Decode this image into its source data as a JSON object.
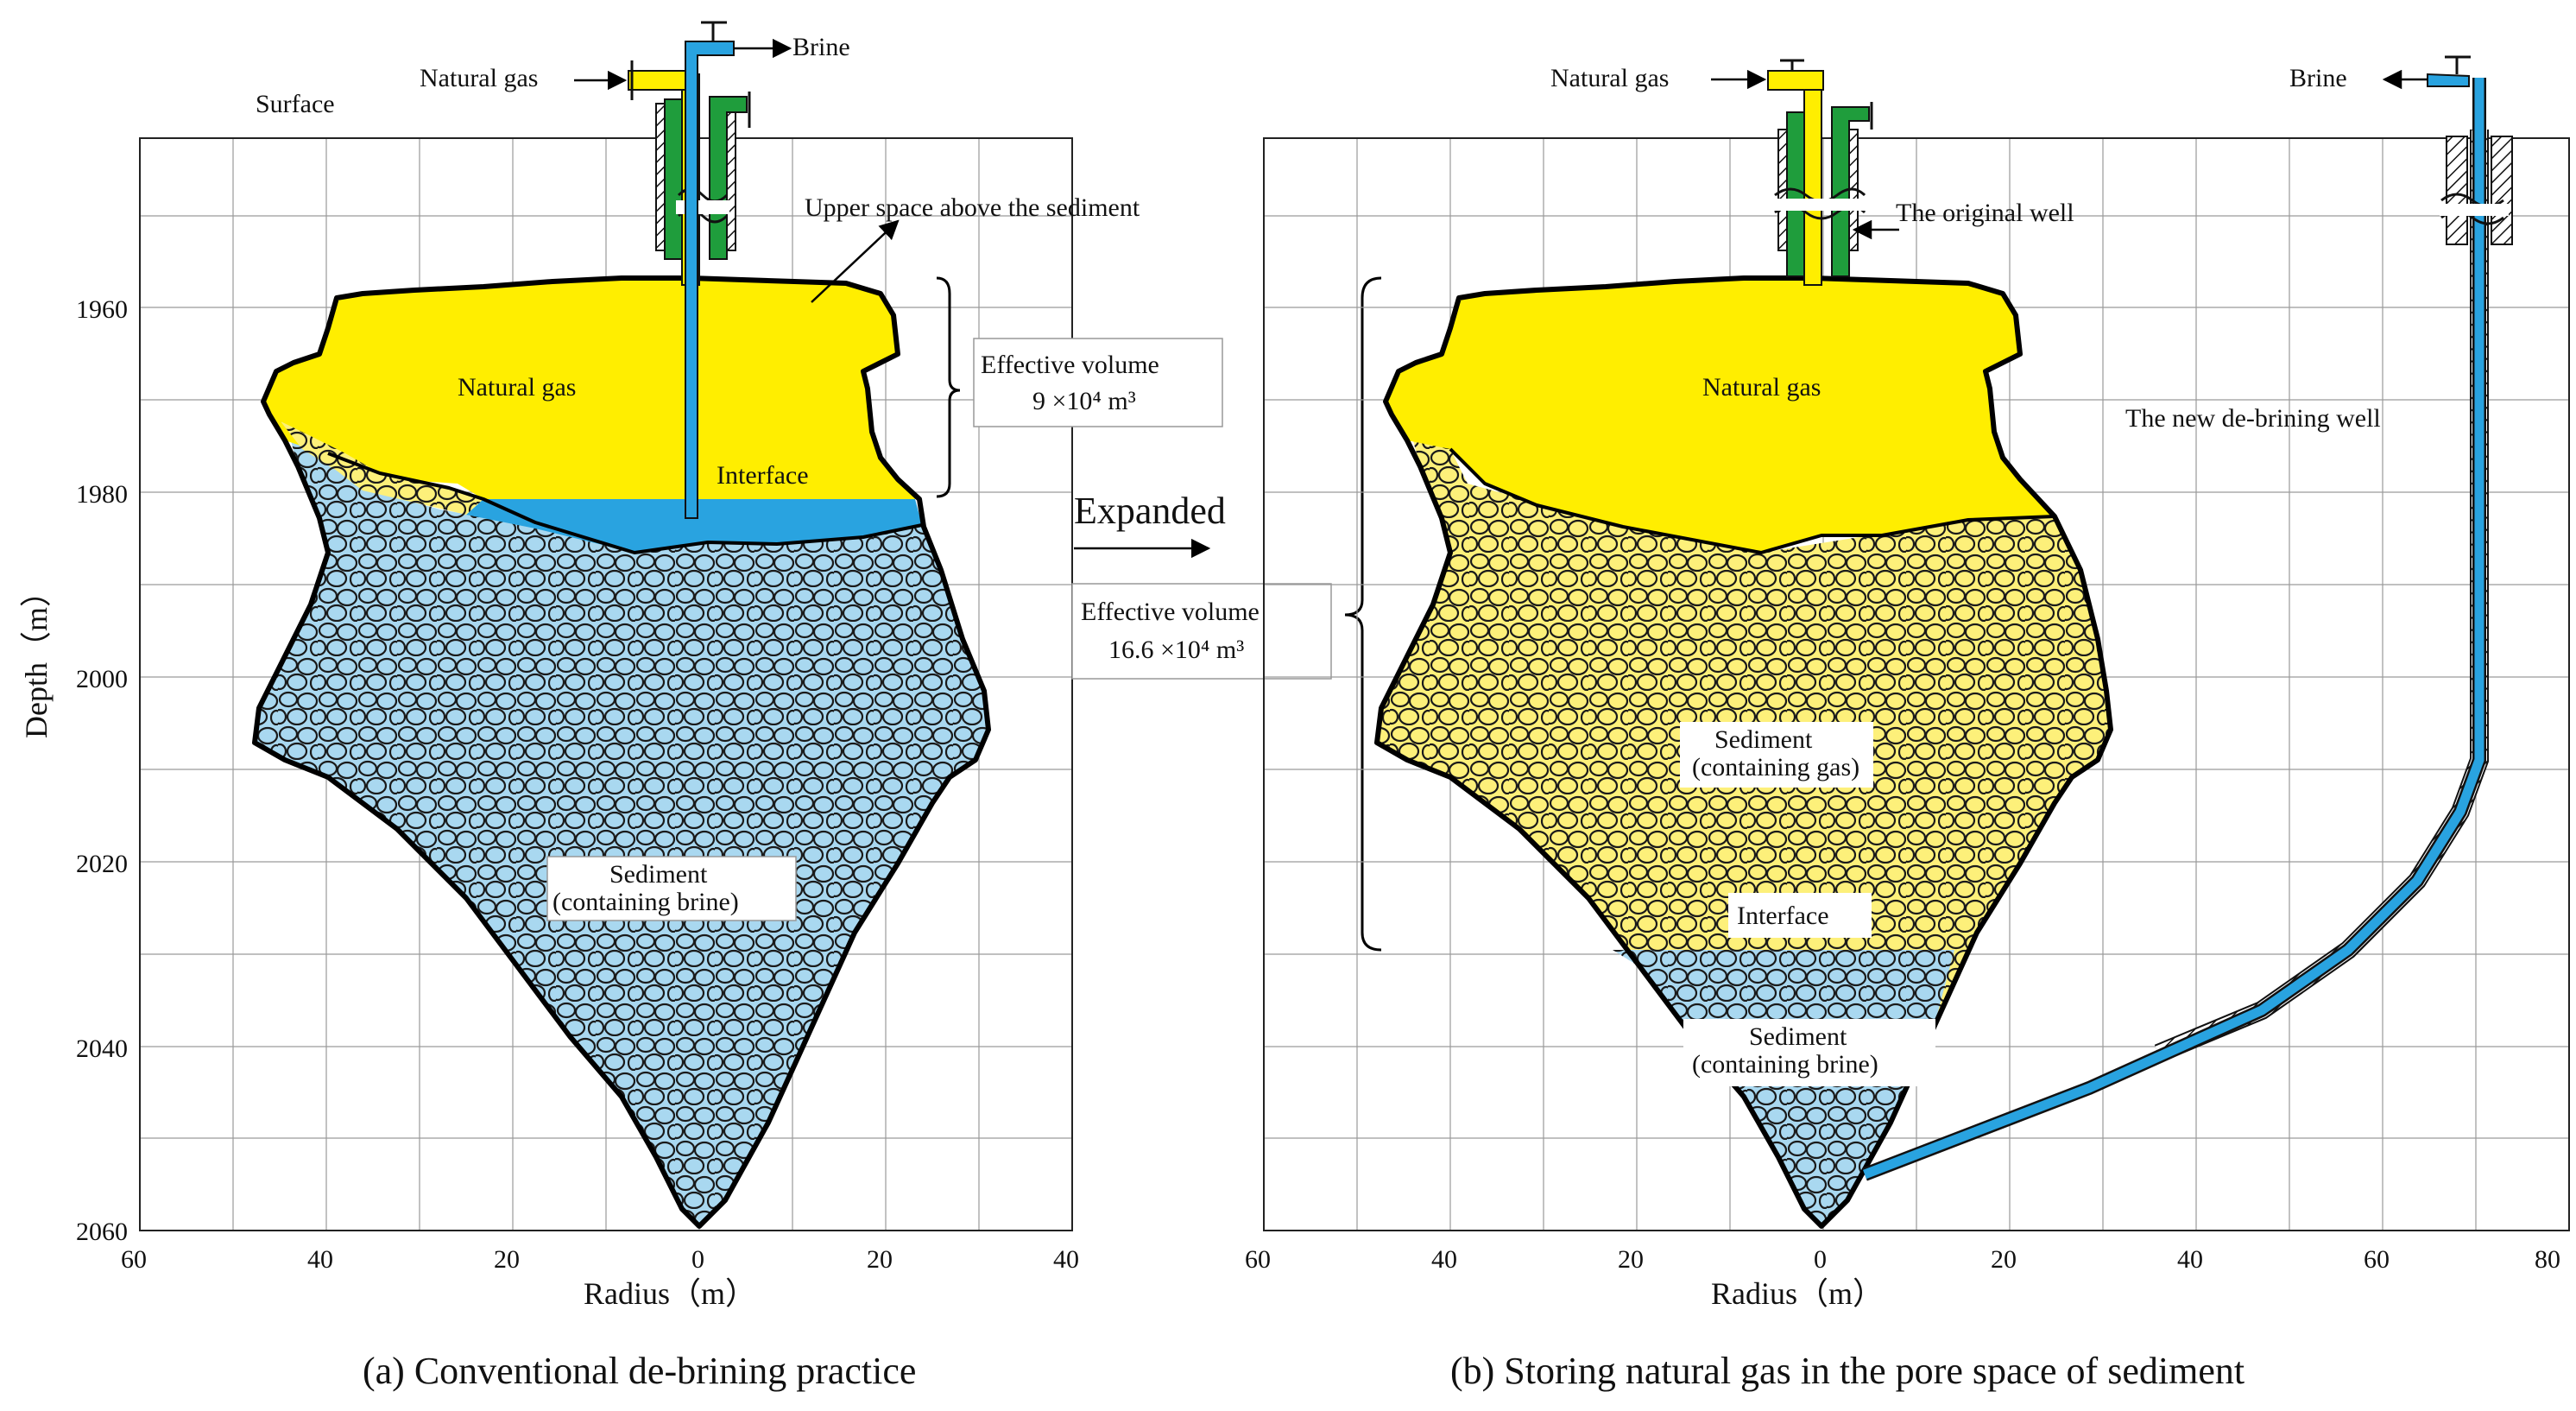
{
  "panel_a": {
    "caption": "(a) Conventional de-brining practice",
    "surface": "Surface",
    "natural_gas_inlet": "Natural gas",
    "brine_outlet": "Brine",
    "upper_space": "Upper space above the sediment",
    "gas_zone": "Natural gas",
    "interface": "Interface",
    "effective_volume_line1": "Effective volume",
    "effective_volume_line2": "9 ×10⁴ m³",
    "sediment_line1": "Sediment",
    "sediment_line2": "(containing brine)",
    "ylabel": "Depth（m）",
    "xlabel": "Radius（m）",
    "y_ticks": [
      "1960",
      "1980",
      "2000",
      "2020",
      "2040",
      "2060"
    ],
    "x_ticks": [
      "60",
      "40",
      "20",
      "0",
      "20",
      "40"
    ]
  },
  "middle": {
    "expanded": "Expanded",
    "effective_volume_line1": "Effective volume",
    "effective_volume_line2": "16.6 ×10⁴ m³"
  },
  "panel_b": {
    "caption": "(b) Storing natural gas in the pore space of sediment",
    "natural_gas_inlet": "Natural gas",
    "brine_outlet": "Brine",
    "original_well": "The original well",
    "new_well": "The new de-brining well",
    "gas_zone": "Natural gas",
    "sediment_gas_line1": "Sediment",
    "sediment_gas_line2": "(containing gas)",
    "interface": "Interface",
    "sediment_brine_line1": "Sediment",
    "sediment_brine_line2": "(containing brine)",
    "xlabel": "Radius（m）",
    "x_ticks": [
      "60",
      "40",
      "20",
      "0",
      "20",
      "40",
      "60",
      "80"
    ]
  },
  "colors": {
    "gas": "#ffee00",
    "brine": "#29a3e0",
    "sediment_brine": "#a9d8f0",
    "sediment_gas": "#fdf07a",
    "casing": "#1f9d3c"
  }
}
